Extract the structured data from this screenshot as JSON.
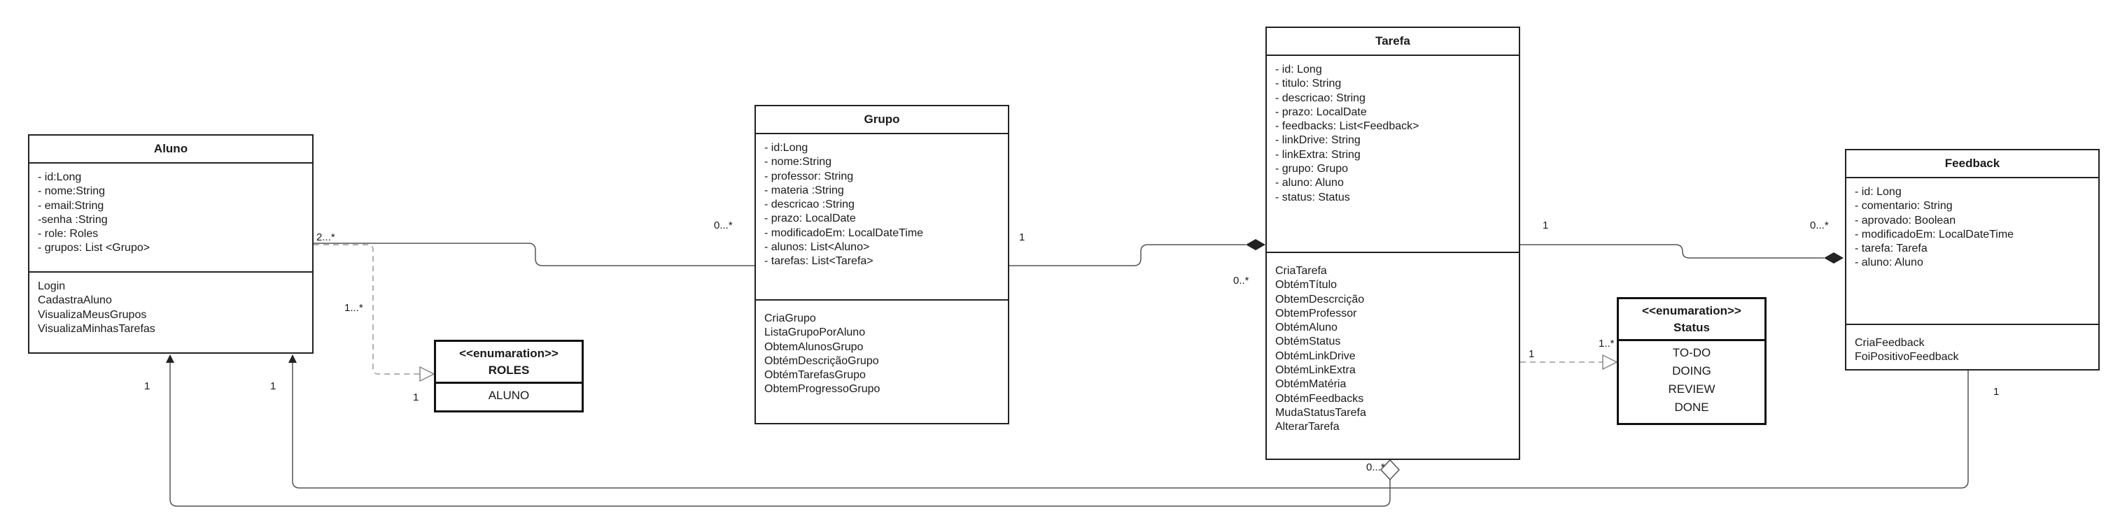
{
  "classes": {
    "aluno": {
      "name": "Aluno",
      "attributes": [
        "- id:Long",
        "- nome:String",
        "- email:String",
        "-senha :String",
        "- role: Roles",
        "- grupos: List <Grupo>"
      ],
      "methods": [
        "Login",
        "CadastraAluno",
        "VisualizaMeusGrupos",
        "VisualizaMinhasTarefas"
      ]
    },
    "grupo": {
      "name": "Grupo",
      "attributes": [
        "- id:Long",
        "- nome:String",
        "- professor: String",
        "- materia :String",
        "- descricao :String",
        "- prazo: LocalDate",
        "- modificadoEm: LocalDateTime",
        "- alunos: List<Aluno>",
        "- tarefas: List<Tarefa>"
      ],
      "methods": [
        "CriaGrupo",
        "ListaGrupoPorAluno",
        "ObtemAlunosGrupo",
        "ObtémDescriçãoGrupo",
        "ObtémTarefasGrupo",
        "ObtemProgressoGrupo"
      ]
    },
    "tarefa": {
      "name": "Tarefa",
      "attributes": [
        "- id: Long",
        "- titulo: String",
        "- descricao: String",
        "- prazo: LocalDate",
        "- feedbacks: List<Feedback>",
        "- linkDrive: String",
        "- linkExtra: String",
        "- grupo: Grupo",
        "- aluno: Aluno",
        "- status: Status"
      ],
      "methods": [
        "CriaTarefa",
        "ObtémTítulo",
        "ObtemDescrcição",
        "ObtemProfessor",
        "ObtémAluno",
        "ObtémStatus",
        "ObtémLinkDrive",
        "ObtémLinkExtra",
        "ObtémMatéria",
        "ObtémFeedbacks",
        "MudaStatusTarefa",
        "AlterarTarefa"
      ]
    },
    "feedback": {
      "name": "Feedback",
      "attributes": [
        "- id: Long",
        "- comentario: String",
        "- aprovado: Boolean",
        "- modificadoEm: LocalDateTime",
        "- tarefa: Tarefa",
        "- aluno: Aluno"
      ],
      "methods": [
        "CriaFeedback",
        "FoiPositivoFeedback"
      ]
    }
  },
  "enums": {
    "roles": {
      "stereotype": "<<enumaration>>",
      "name": "ROLES",
      "values": [
        "ALUNO"
      ]
    },
    "status": {
      "stereotype": "<<enumaration>>",
      "name": "Status",
      "values": [
        "TO-DO",
        "DOING",
        "REVIEW",
        "DONE"
      ]
    }
  },
  "multiplicities": {
    "aluno_grupo_near_aluno": "2...*",
    "aluno_grupo_near_grupo": "0...*",
    "aluno_roles_near_aluno": "1...*",
    "aluno_roles_near_roles": "1",
    "grupo_tarefa_near_grupo": "1",
    "grupo_tarefa_near_tarefa": "0..*",
    "tarefa_feedback_near_tarefa": "1",
    "tarefa_feedback_near_feedback": "0...*",
    "tarefa_status_near_tarefa": "1",
    "tarefa_status_near_status": "1..*",
    "tarefa_aluno_near_aluno": "1",
    "tarefa_aluno_near_tarefa": "0...*",
    "feedback_aluno_near_aluno": "1",
    "feedback_aluno_near_feedback": "1"
  }
}
